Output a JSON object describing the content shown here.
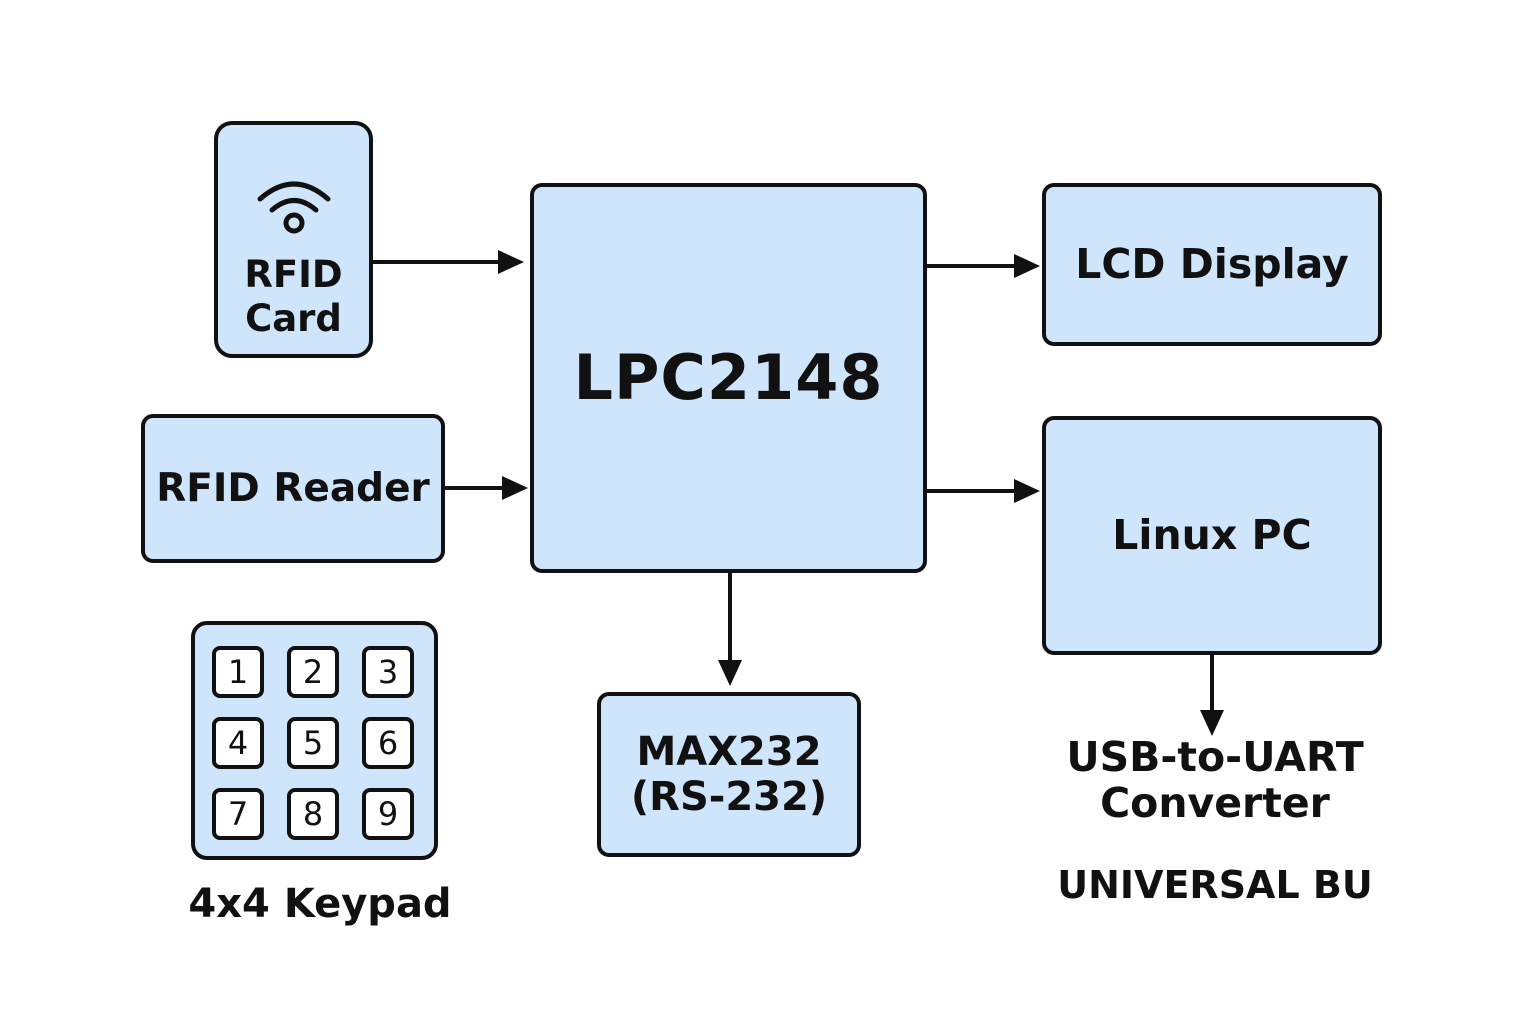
{
  "blocks": {
    "rfid_card": "RFID\nCard",
    "rfid_reader": "RFID Reader",
    "mcu": "LPC2148",
    "lcd": "LCD Display",
    "linux_pc": "Linux PC",
    "max232": "MAX232\n(RS-232)"
  },
  "keypad": {
    "keys": [
      "1",
      "2",
      "3",
      "4",
      "5",
      "6",
      "7",
      "8",
      "9"
    ],
    "caption": "4x4 Keypad"
  },
  "labels": {
    "usb_uart": "USB-to-UART\nConverter",
    "universal": "UNIVERSAL BU"
  },
  "icons": {
    "rfid_card_icon": "wireless-signal-icon"
  },
  "colors": {
    "block_fill": "#cfe5fb",
    "stroke": "#111111",
    "key_fill": "#ffffff"
  }
}
